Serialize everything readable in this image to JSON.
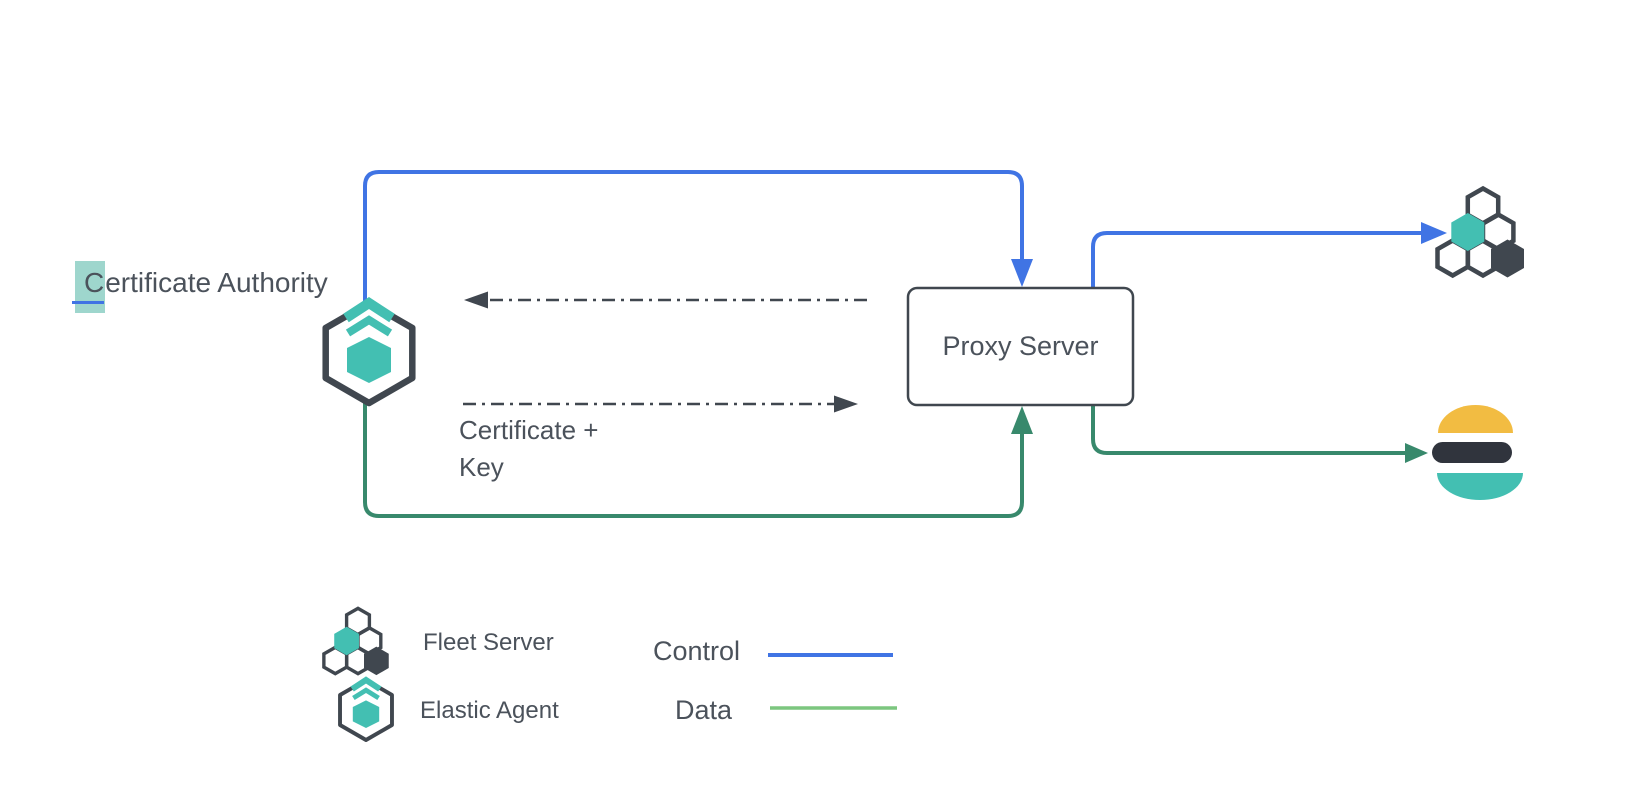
{
  "colors": {
    "bg": "#FFFFFF",
    "blue": "#4074E4",
    "green_dark": "#38896C",
    "green_light": "#7CC67F",
    "teal": "#43BFB2",
    "slate": "#40474F",
    "ink": "#30343D",
    "yellow": "#F2BC42",
    "text": "#4B525B",
    "highlight": "#9ED6CD"
  },
  "nodes": {
    "certificate_authority": {
      "label_first_char": "C",
      "label_rest": "ertificate Authority",
      "note": "first character shown with teal selection highlight and blue underline"
    },
    "proxy_server": {
      "label": "Proxy Server"
    },
    "fleet_server": {
      "icon": "fleet-server-icon"
    },
    "elasticsearch": {
      "icon": "elasticsearch-icon"
    },
    "elastic_agent": {
      "icon": "elastic-agent-icon"
    }
  },
  "edges": {
    "control_agent_to_proxy": {
      "type": "control",
      "style": "solid-blue-arrow"
    },
    "control_proxy_to_fleet": {
      "type": "control",
      "style": "solid-blue-arrow"
    },
    "data_agent_to_proxy": {
      "type": "data",
      "style": "solid-green-arrow"
    },
    "data_proxy_to_elasticsearch": {
      "type": "data",
      "style": "solid-green-arrow"
    },
    "cert_exchange_to_agent": {
      "style": "dash-dot-arrow-left"
    },
    "cert_exchange_to_proxy": {
      "style": "dash-dot-arrow-right"
    },
    "certificate_key_label": {
      "line1": "Certificate +",
      "line2": "Key"
    }
  },
  "legend": {
    "items": [
      {
        "icon": "fleet-server-icon",
        "label": "Fleet Server"
      },
      {
        "icon": "elastic-agent-icon",
        "label": "Elastic Agent"
      }
    ],
    "lines": [
      {
        "label": "Control",
        "color": "#4074E4"
      },
      {
        "label": "Data",
        "color": "#7CC67F"
      }
    ]
  }
}
